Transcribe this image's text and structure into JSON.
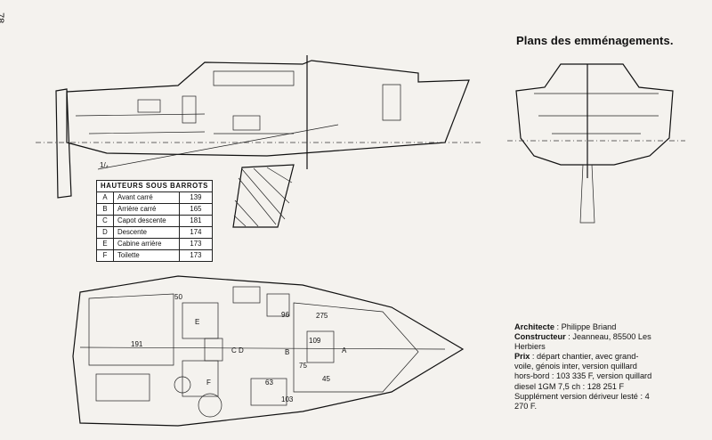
{
  "page": {
    "number": "78",
    "title": "Plans des emménagements."
  },
  "heights_table": {
    "header": "HAUTEURS SOUS BARROTS",
    "rows": [
      {
        "letter": "A",
        "label": "Avant carré",
        "value": "139"
      },
      {
        "letter": "B",
        "label": "Arrière carré",
        "value": "165"
      },
      {
        "letter": "C",
        "label": "Capot descente",
        "value": "181"
      },
      {
        "letter": "D",
        "label": "Descente",
        "value": "174"
      },
      {
        "letter": "E",
        "label": "Cabine arrière",
        "value": "173"
      },
      {
        "letter": "F",
        "label": "Toilette",
        "value": "173"
      }
    ]
  },
  "specs": {
    "architecte_label": "Architecte",
    "architecte_value": " : Philippe Briand",
    "constructeur_label": "Constructeur",
    "constructeur_value": " :  Jeanneau,  85500 Les Herbiers",
    "prix_label": "Prix",
    "prix_value": " : départ chantier, avec grand-voile, génois inter, version quillard hors-bord : 103 335 F, version quillard diesel 1GM 7,5 ch : 128 251 F",
    "supplement": "Supplément version dériveur lesté : 4 270 F."
  },
  "plan_labels": {
    "berth": "191",
    "dim_275": "275",
    "dim_109": "109",
    "dim_63": "63",
    "dim_75": "75",
    "dim_45": "45",
    "dim_96": "96",
    "dim_50": "50",
    "dim_103": "103",
    "e": "E",
    "cd": "C D",
    "b": "B",
    "a": "A",
    "f": "F",
    "profile_mark": "1/₄"
  }
}
